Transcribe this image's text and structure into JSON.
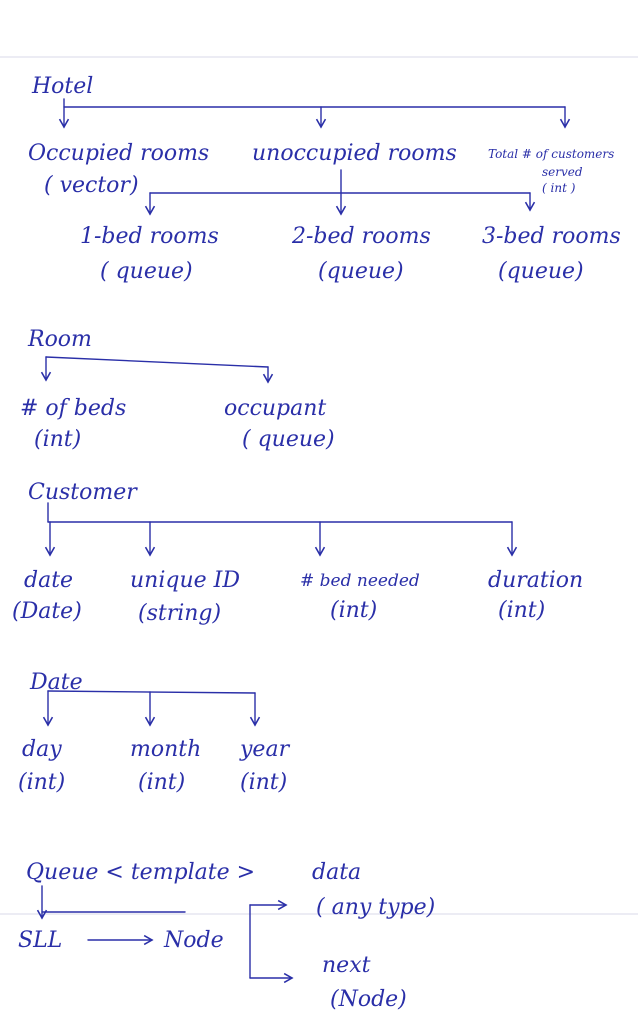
{
  "hotel": {
    "title": "Hotel",
    "occupied_rooms": "Occupied rooms",
    "occupied_type": "( vector)",
    "unoccupied_rooms": "unoccupied rooms",
    "total_customers_1": "Total # of customers",
    "total_customers_2": "served",
    "total_customers_3": "( int )",
    "bed1": "1-bed rooms",
    "bed1_type": "( queue)",
    "bed2": "2-bed rooms",
    "bed2_type": "(queue)",
    "bed3": "3-bed rooms",
    "bed3_type": "(queue)"
  },
  "room": {
    "title": "Room",
    "beds": "# of beds",
    "beds_type": "(int)",
    "occupant": "occupant",
    "occupant_type": "( queue)"
  },
  "customer": {
    "title": "Customer",
    "date": "date",
    "date_type": "(Date)",
    "unique_id": "unique ID",
    "unique_id_type": "(string)",
    "bed_needed": "# bed needed",
    "bed_needed_type": "(int)",
    "duration": "duration",
    "duration_type": "(int)"
  },
  "date": {
    "title": "Date",
    "day": "day",
    "day_type": "(int)",
    "month": "month",
    "month_type": "(int)",
    "year": "year",
    "year_type": "(int)"
  },
  "queue": {
    "title": "Queue < template >",
    "sll": "SLL",
    "node": "Node",
    "data": "data",
    "data_type": "( any type)",
    "next": "next",
    "next_type": "(Node)"
  }
}
